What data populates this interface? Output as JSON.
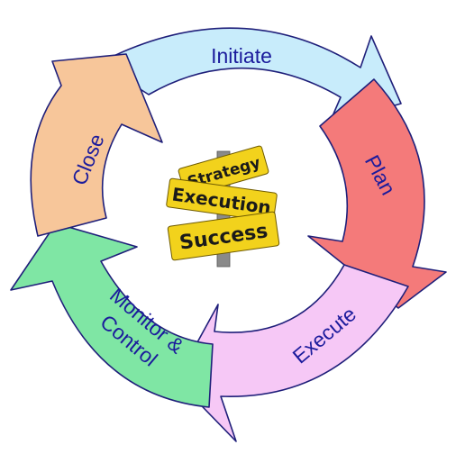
{
  "cycle": {
    "stages": [
      {
        "label": "Initiate",
        "color": "#c8ecfb"
      },
      {
        "label": "Plan",
        "color": "#f47a7a"
      },
      {
        "label": "Execute",
        "color": "#f6c8f6"
      },
      {
        "label_line1": "Monitor &",
        "label_line2": "Control",
        "color": "#7fe6a4"
      },
      {
        "label": "Close",
        "color": "#f7c69a"
      }
    ],
    "outline_color": "#1f1f7a",
    "label_color": "#1b1b9c"
  },
  "signpost": {
    "signs": [
      "Strategy",
      "Execution",
      "Success"
    ],
    "sign_color": "#f2d21c",
    "pole_color": "#8a8a8a"
  }
}
